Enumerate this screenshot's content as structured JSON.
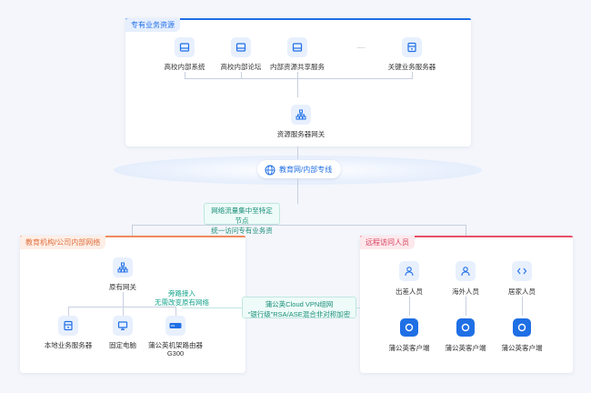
{
  "top_panel": {
    "title": "专有业务资源",
    "nodes": [
      "高校内部系统",
      "高校内部论坛",
      "内部资源共享服务",
      "关键业务服务器"
    ],
    "ellipsis": "....",
    "gateway": "资源服务器网关"
  },
  "backbone": {
    "label": "教育网/内部专线",
    "note_line1": "网络流量集中至特定节点",
    "note_line2": "统一访问专有业务资源"
  },
  "left_panel": {
    "title": "教育机构/公司内部网络",
    "gateway": "原有网关",
    "bypass_line1": "旁路接入",
    "bypass_line2": "无需改变原有网络",
    "devices": [
      "本地业务服务器",
      "固定电脑",
      "蒲公英机架路由器"
    ],
    "router_model": "G300"
  },
  "vpn": {
    "line1": "蒲公英Cloud VPN组网",
    "line2": "“银行级”RSA/ASE混合非对称加密"
  },
  "right_panel": {
    "title": "远程访问人员",
    "people": [
      "出差人员",
      "海外人员",
      "居家人员"
    ],
    "client_label": "蒲公英客户端"
  },
  "colors": {
    "blue": "#1f6fe5",
    "left_accent": "#f08a5d",
    "right_accent": "#e8506a",
    "green": "#13a38b"
  }
}
